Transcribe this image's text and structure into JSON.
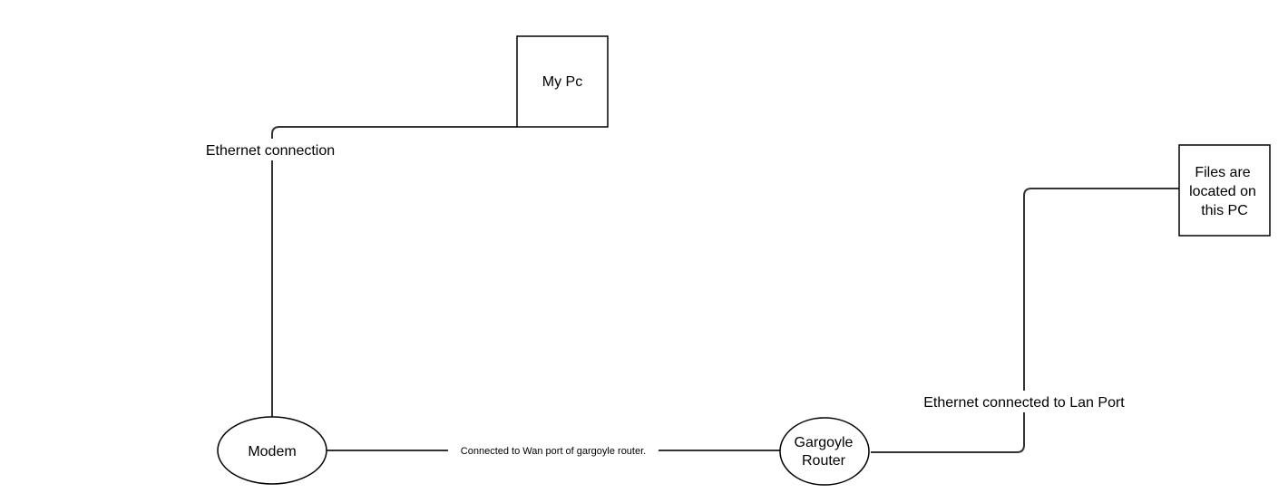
{
  "nodes": {
    "my_pc": {
      "lines": [
        "My Pc"
      ]
    },
    "files_pc": {
      "lines": [
        "Files are",
        "located on",
        "this PC"
      ]
    },
    "modem": {
      "lines": [
        "Modem"
      ]
    },
    "router": {
      "lines": [
        "Gargoyle",
        "Router"
      ]
    }
  },
  "edges": {
    "pc_modem": {
      "label": "Ethernet connection"
    },
    "modem_router": {
      "label": "Connected to Wan port of gargoyle router."
    },
    "router_files": {
      "label": "Ethernet connected to Lan Port"
    }
  },
  "colors": {
    "stroke": "#000000",
    "edge": "#333333",
    "background": "#ffffff"
  }
}
